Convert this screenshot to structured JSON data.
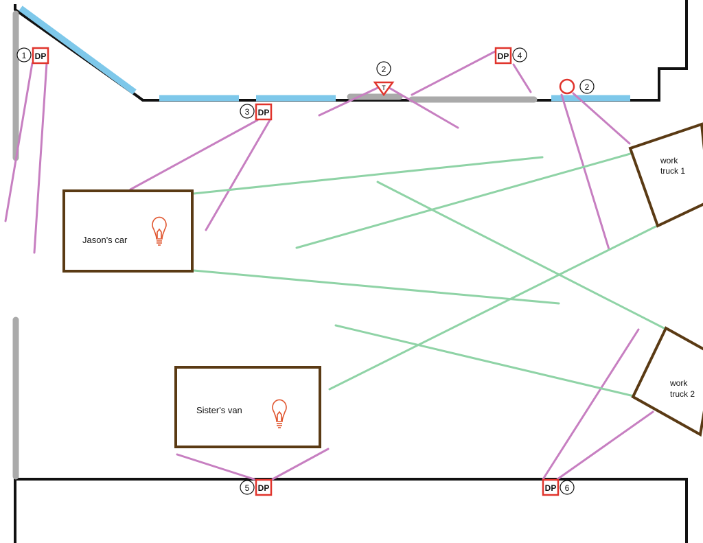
{
  "colors": {
    "wall": "#111111",
    "window": "#7ec8ea",
    "door": "#aaaaaa",
    "vehicle": "#5a3a14",
    "magenta": "#c77fc1",
    "green": "#8fd3a6",
    "red": "#e0342c",
    "bulb": "#e0552e"
  },
  "vehicles": [
    {
      "id": "jasons-car",
      "lines": [
        "Jason's car"
      ],
      "has_bulb": true
    },
    {
      "id": "sisters-van",
      "lines": [
        "Sister's van"
      ],
      "has_bulb": true
    },
    {
      "id": "work-truck-1",
      "lines": [
        "work",
        "truck 1"
      ],
      "has_bulb": false
    },
    {
      "id": "work-truck-2",
      "lines": [
        "work",
        "truck 2"
      ],
      "has_bulb": false
    }
  ],
  "devices": [
    {
      "id": "dp-1",
      "label": "DP",
      "number": "1"
    },
    {
      "id": "dp-3",
      "label": "DP",
      "number": "3"
    },
    {
      "id": "dp-4",
      "label": "DP",
      "number": "4"
    },
    {
      "id": "dp-5",
      "label": "DP",
      "number": "5"
    },
    {
      "id": "dp-6",
      "label": "DP",
      "number": "6"
    },
    {
      "id": "triangle-2",
      "label": "T",
      "number": "2"
    },
    {
      "id": "circle-2",
      "label": "",
      "number": "2"
    }
  ]
}
